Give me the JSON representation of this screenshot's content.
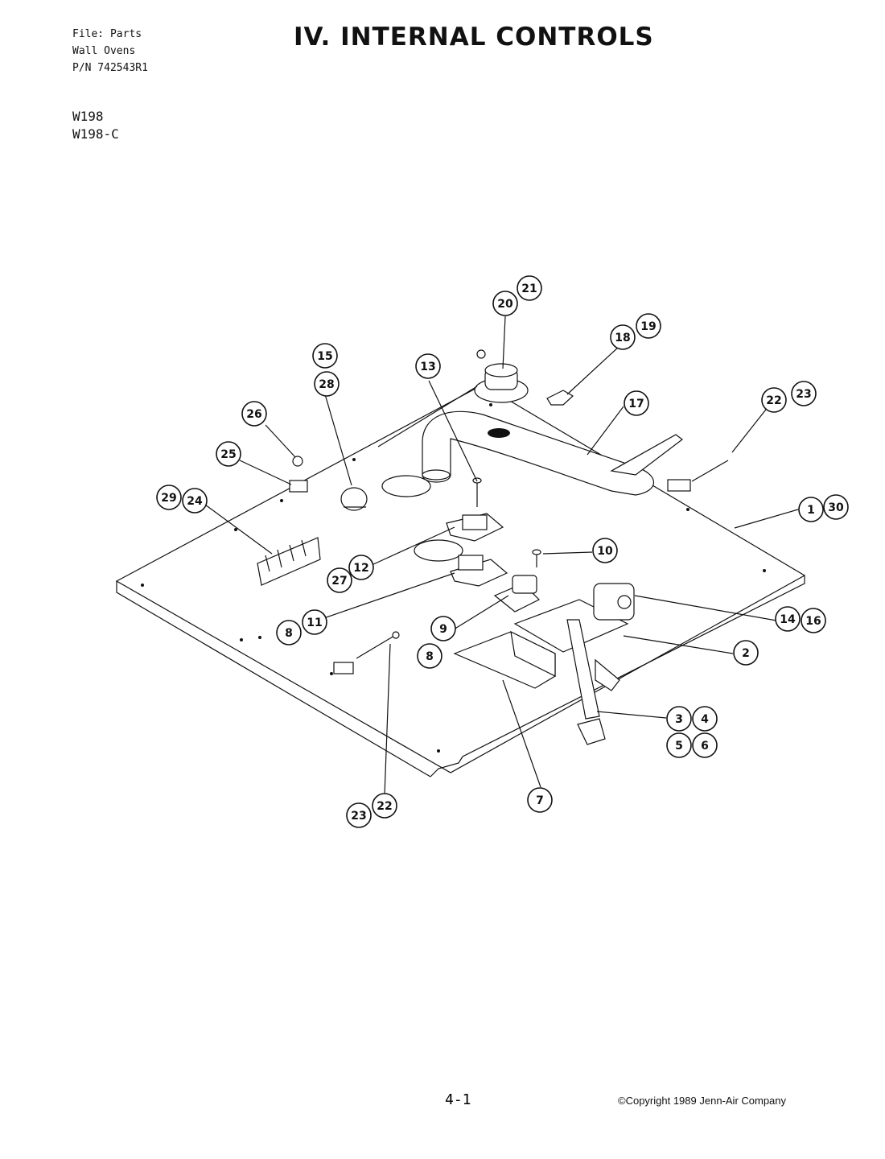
{
  "header": {
    "file_line": "File: Parts",
    "product_line": "Wall Ovens",
    "part_number": "P/N 742543R1"
  },
  "models": [
    "W198",
    "W198-C"
  ],
  "title": "IV. INTERNAL CONTROLS",
  "callouts": [
    "21",
    "20",
    "19",
    "18",
    "15",
    "28",
    "13",
    "17",
    "22",
    "23",
    "26",
    "25",
    "29",
    "24",
    "1",
    "30",
    "10",
    "12",
    "27",
    "14",
    "16",
    "11",
    "8",
    "9",
    "8",
    "2",
    "3",
    "4",
    "5",
    "6",
    "7",
    "23",
    "22"
  ],
  "footer": {
    "page_number": "4-1",
    "copyright": "©Copyright 1989 Jenn-Air Company"
  }
}
